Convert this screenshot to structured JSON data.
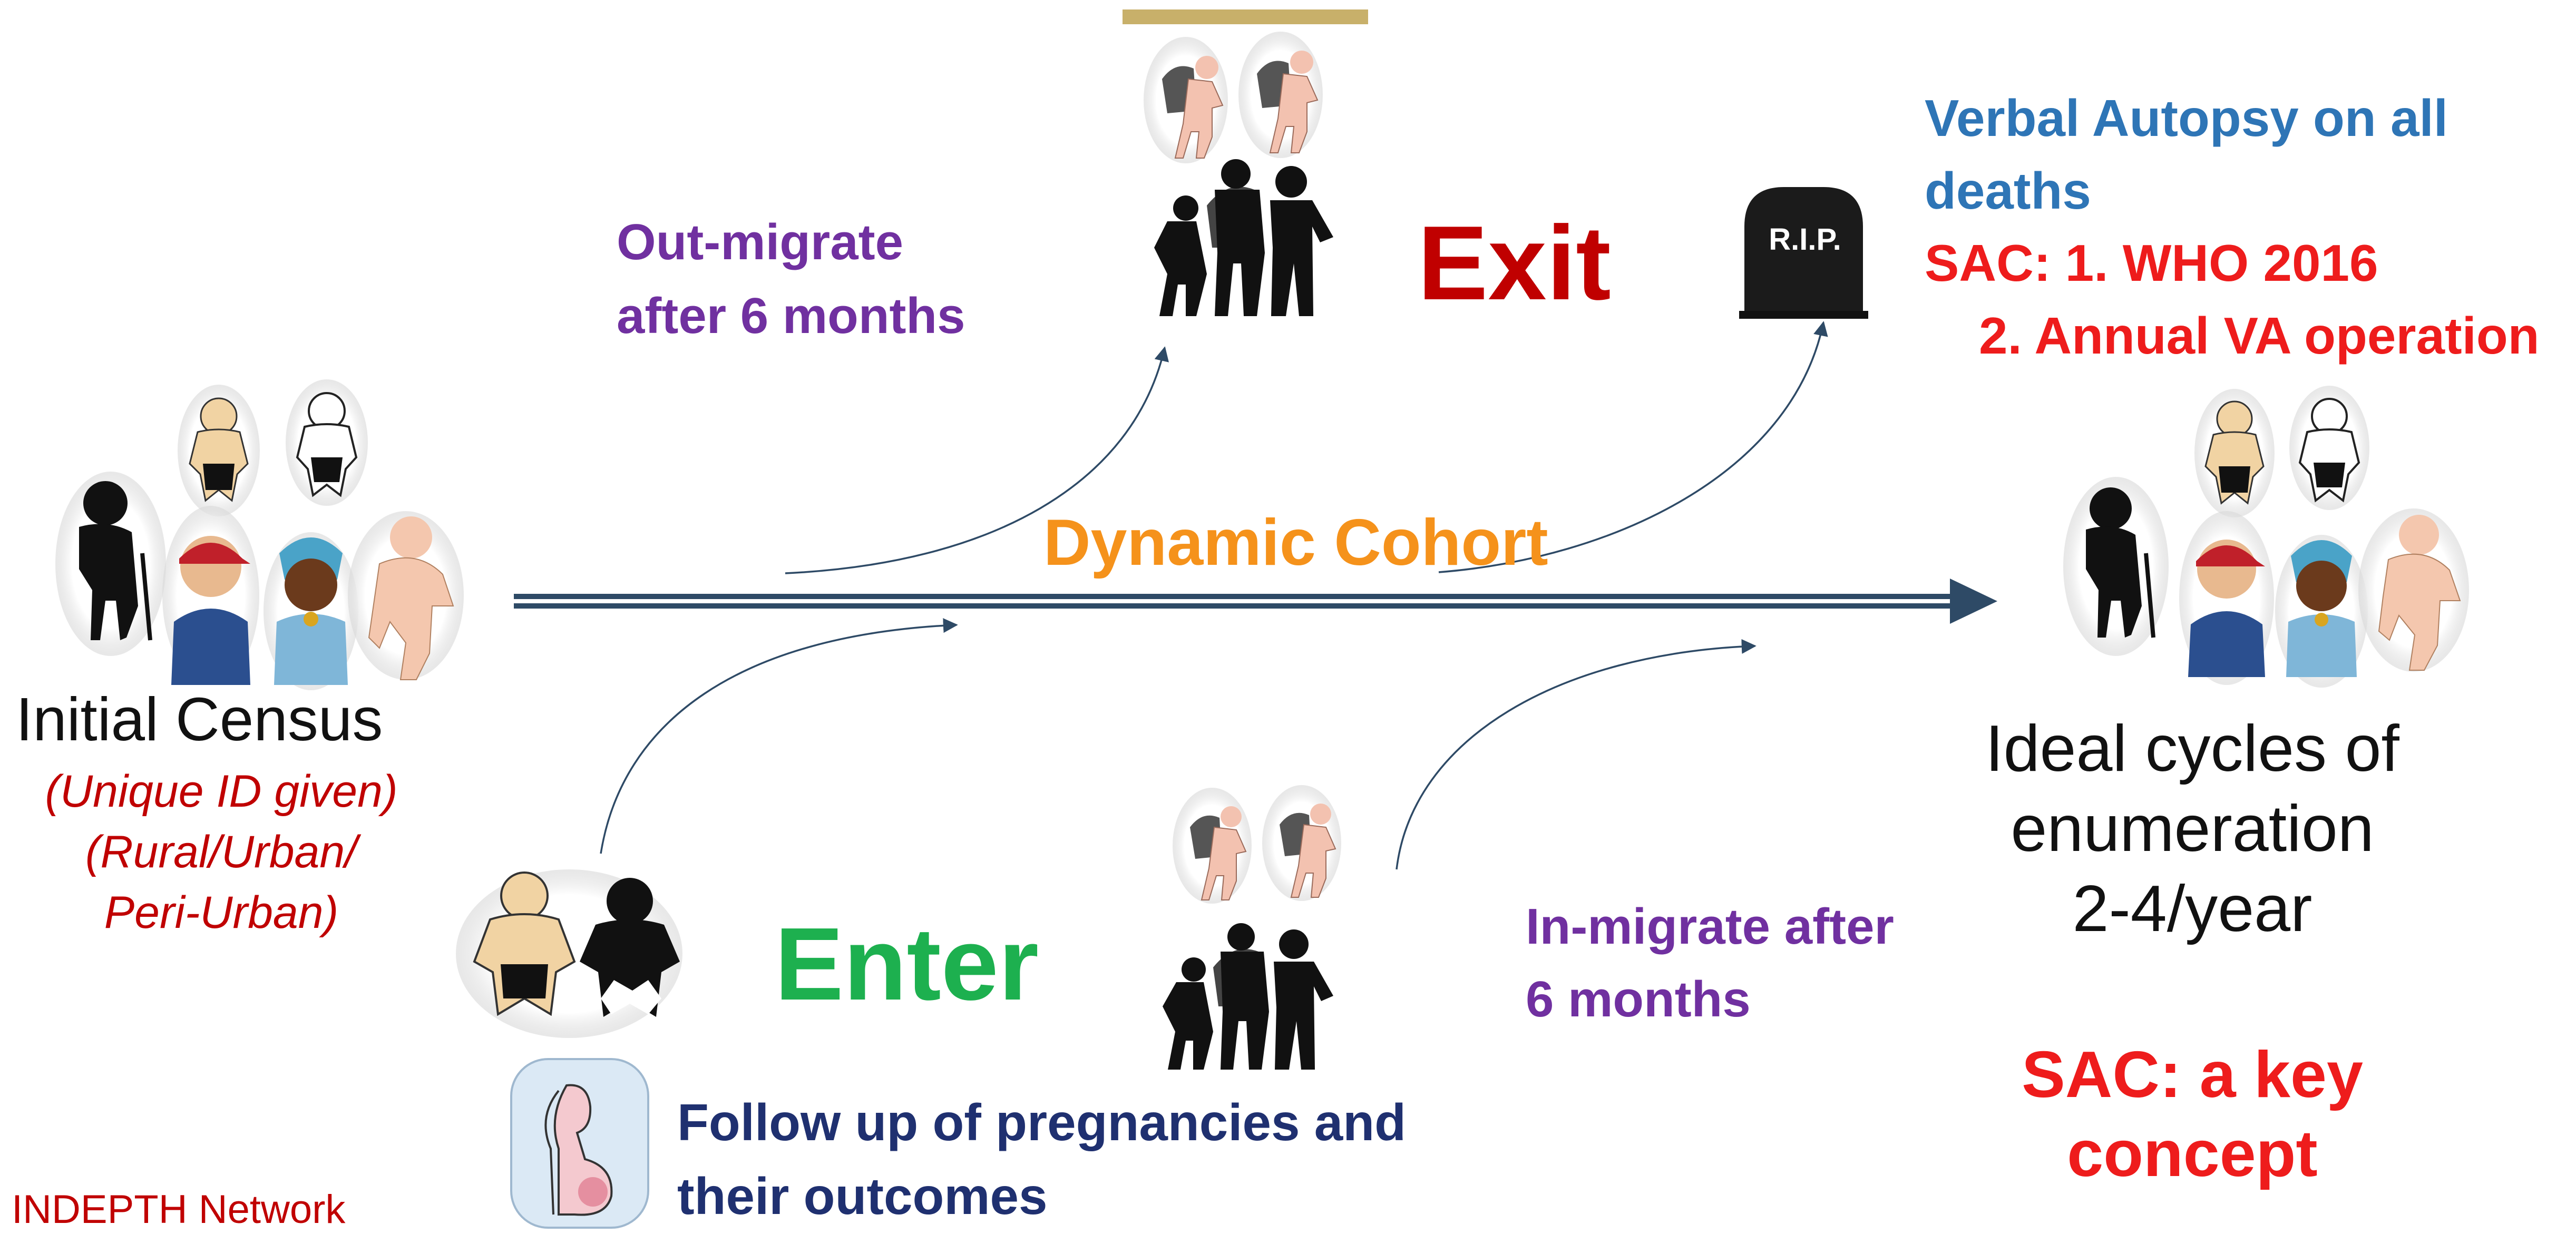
{
  "colors": {
    "timeline": "#2e4a66",
    "purple": "#7030a0",
    "orange": "#f5921b",
    "red": "#ee1c1c",
    "darkred": "#c00000",
    "green": "#1db04f",
    "blue": "#2e75b6",
    "navy": "#1f3070",
    "census_red": "#c00000",
    "thin_arrow": "#2e4a66",
    "top_bar": "#c8b06a"
  },
  "timeline": {
    "label": "Dynamic Cohort"
  },
  "exit": {
    "title": "Exit",
    "out_migrate": [
      "Out-migrate",
      "after 6 months"
    ],
    "tombstone_text": "R.I.P.",
    "verbal_autopsy": [
      "Verbal Autopsy on all",
      "deaths"
    ],
    "sac_items": [
      "SAC: 1. WHO 2016",
      "2. Annual VA operation"
    ]
  },
  "enter": {
    "title": "Enter",
    "in_migrate": [
      "In-migrate after",
      "6 months"
    ],
    "pregnancy": [
      "Follow up of pregnancies and",
      "their outcomes"
    ]
  },
  "census": {
    "title": "Initial Census",
    "notes": [
      "(Unique ID given)",
      "(Rural/Urban/",
      "Peri-Urban)"
    ]
  },
  "ideal": {
    "lines": [
      "Ideal cycles of",
      "enumeration",
      "2-4/year"
    ],
    "sac_key": [
      "SAC: a key",
      "concept"
    ]
  },
  "footer": {
    "org": "INDEPTH Network"
  },
  "icons": [
    "family-group-icon",
    "migrating-people-icon",
    "tombstone-icon",
    "babies-icon",
    "pregnancy-icon"
  ]
}
